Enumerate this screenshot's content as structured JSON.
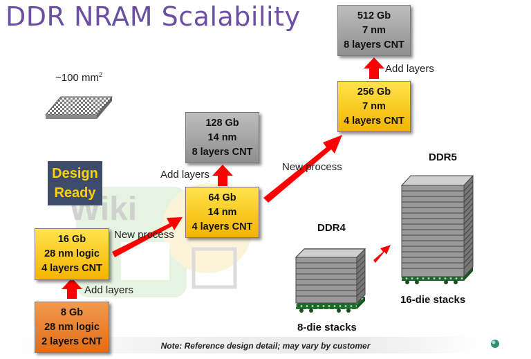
{
  "title": "DDR NRAM Scalability",
  "chip_area": {
    "prefix": "~100 mm",
    "sup": "2"
  },
  "design_ready": {
    "line1": "Design",
    "line2": "Ready"
  },
  "boxes": {
    "b8": [
      "8 Gb",
      "28 nm logic",
      "2 layers CNT"
    ],
    "b16": [
      "16 Gb",
      "28 nm logic",
      "4 layers CNT"
    ],
    "b64": [
      "64 Gb",
      "14 nm",
      "4 layers CNT"
    ],
    "b128": [
      "128 Gb",
      "14 nm",
      "8 layers CNT"
    ],
    "b256": [
      "256 Gb",
      "7 nm",
      "4 layers CNT"
    ],
    "b512": [
      "512 Gb",
      "7 nm",
      "8 layers CNT"
    ]
  },
  "labels": {
    "add_layers": "Add layers",
    "new_process": "New process",
    "ddr4": "DDR4",
    "ddr5": "DDR5",
    "stack8": "8-die stacks",
    "stack16": "16-die stacks"
  },
  "watermark": "Wiki",
  "note": "Note: Reference design detail; may vary by customer",
  "colors": {
    "title": "#6b4fa3",
    "arrow": "#ff0000",
    "yellow": "#f4b400",
    "gray": "#9e9e9e",
    "orange": "#e26d16",
    "ready_bg": "#3e4b6b",
    "ready_text": "#ffd200"
  }
}
